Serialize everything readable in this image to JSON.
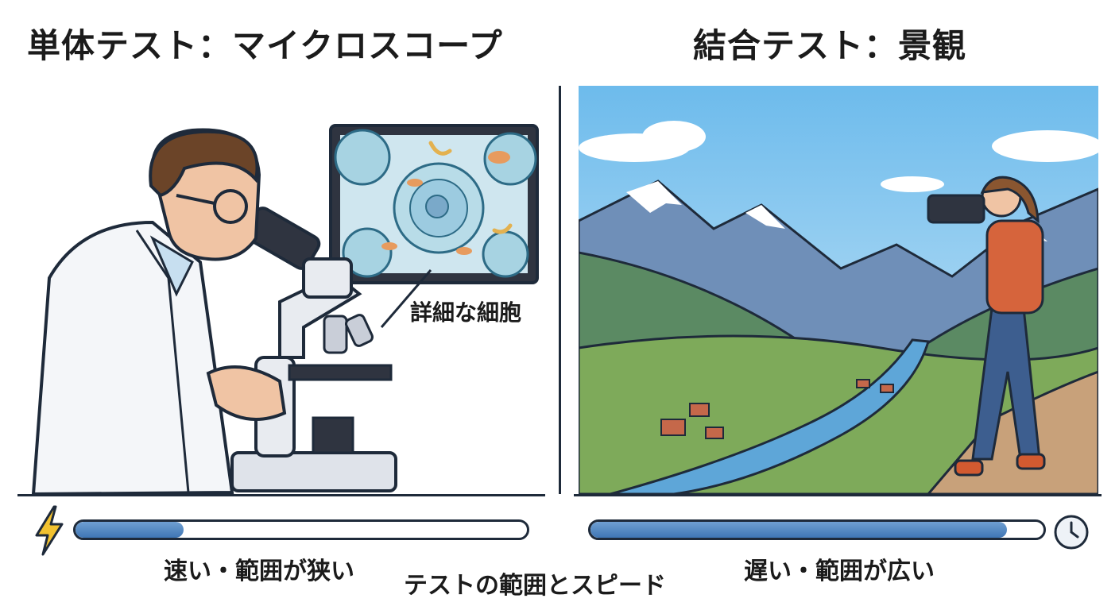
{
  "titles": {
    "left": "単体テスト：マイクロスコープ",
    "right": "結合テスト：景観"
  },
  "annotations": {
    "cells": "詳細な細胞"
  },
  "bars": {
    "left": {
      "caption": "速い・範囲が狭い",
      "fill_fraction": 0.24,
      "icon": "lightning-bolt-icon"
    },
    "right": {
      "caption": "遅い・範囲が広い",
      "fill_fraction": 0.92,
      "icon": "clock-icon"
    }
  },
  "footer": {
    "caption": "テストの範囲とスピード"
  },
  "colors": {
    "bar_fill": "#4a80bf",
    "outline": "#1e2a3a",
    "bolt": "#f2c230",
    "sky": "#7cc4ee"
  }
}
